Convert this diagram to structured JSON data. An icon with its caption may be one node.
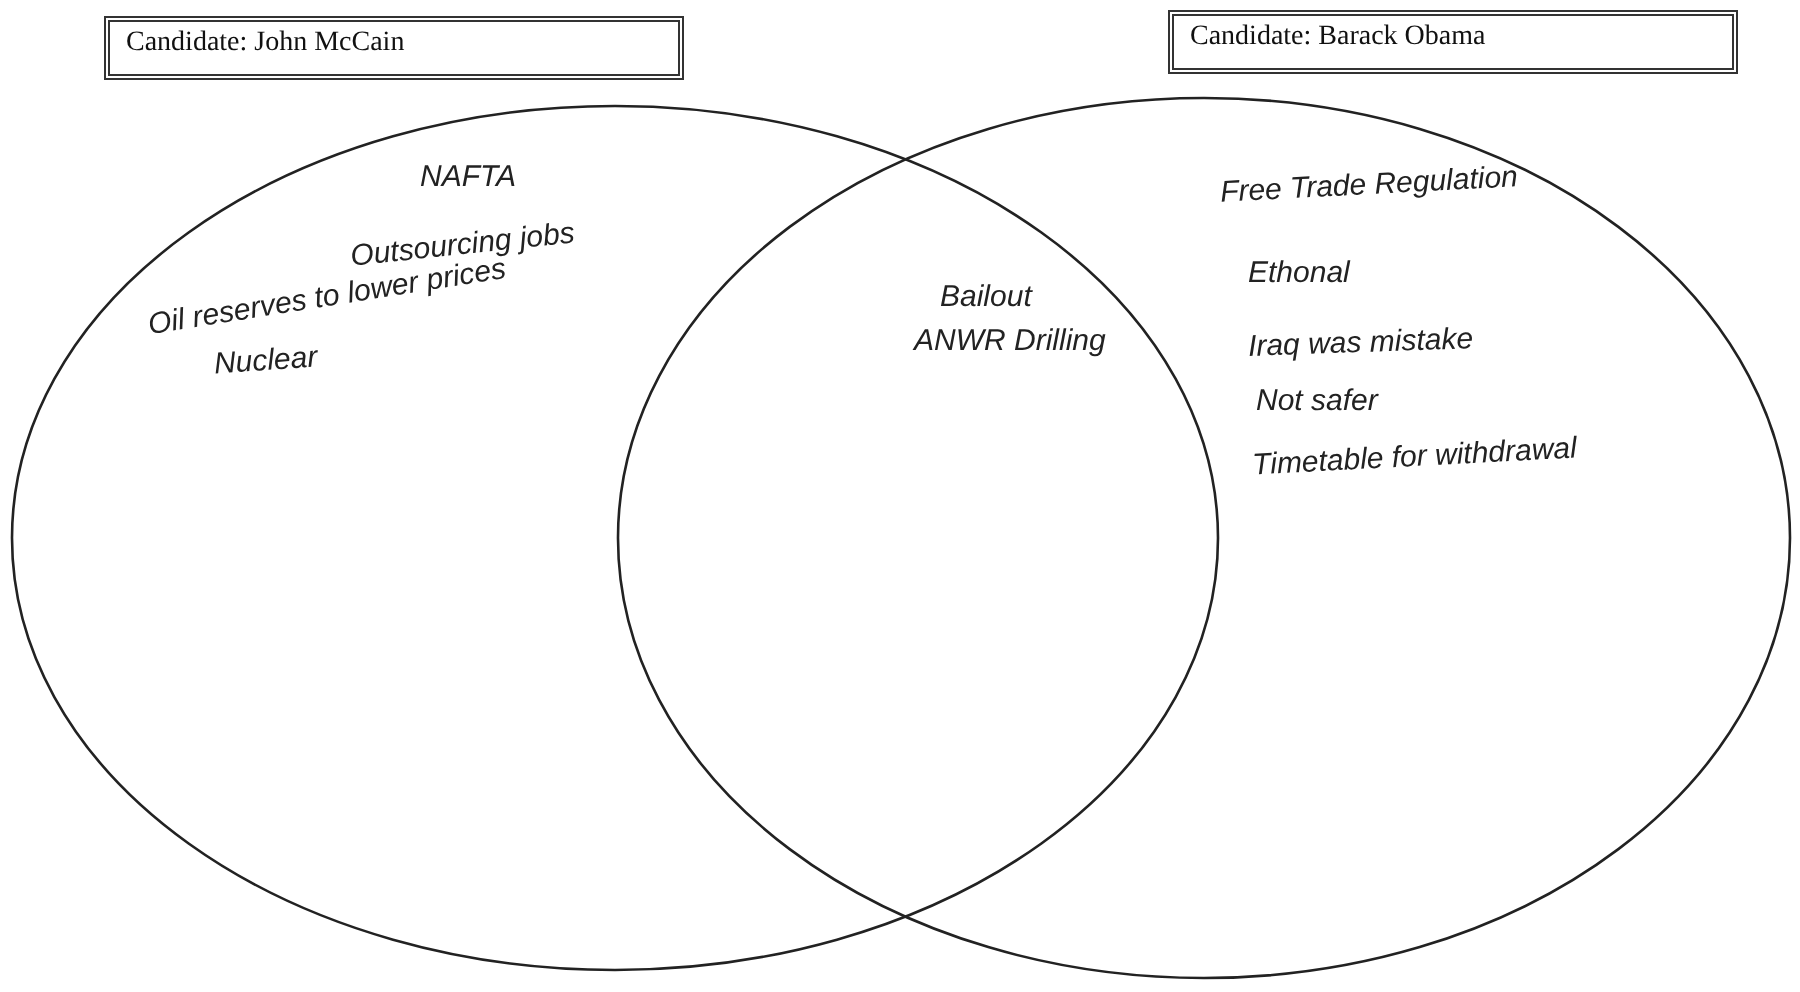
{
  "diagram": {
    "nodes": [
      {
        "text": [
          "Candidate: John McCain"
        ]
      },
      {
        "text": [
          "Candidate: Barack Obama"
        ]
      },
      {
        "text": [
          "NAFTA",
          "Outsourcing jobs",
          "Oil reserves to lower prices",
          "Nuclear"
        ]
      },
      {
        "text": [
          "Free Trade Regulation",
          "Ethonal",
          "Iraq was mistake",
          "Not safer",
          "Timetable for withdrawal"
        ]
      }
    ],
    "labels": [
      "Bailout",
      "ANWR Drilling"
    ]
  }
}
